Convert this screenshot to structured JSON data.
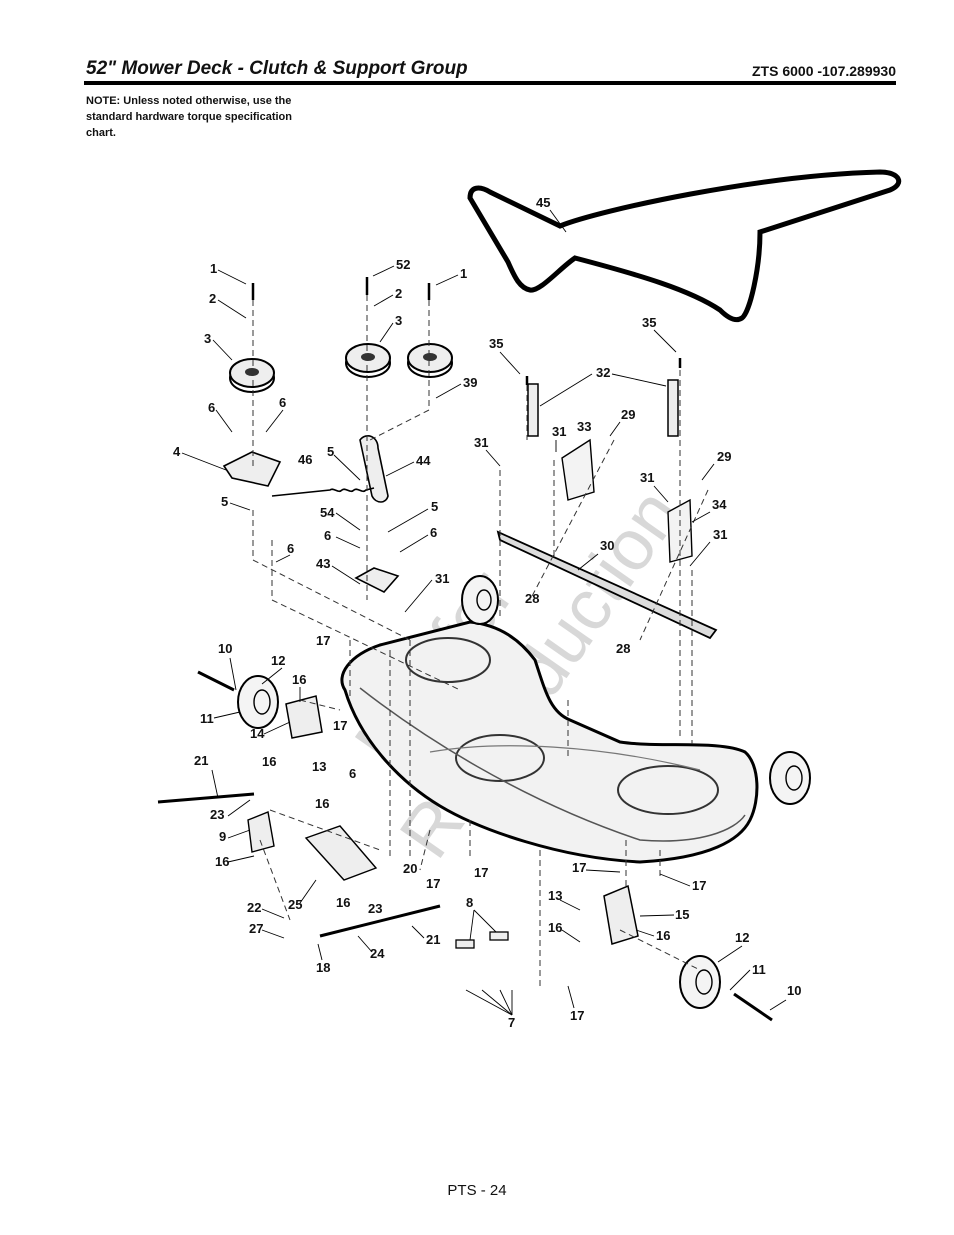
{
  "header": {
    "title": "52\" Mower Deck - Clutch & Support Group",
    "model": "ZTS 6000 -107.289930"
  },
  "note": "NOTE: Unless noted otherwise, use the standard hardware torque specification chart.",
  "watermark": [
    "Not for",
    "Reproduction"
  ],
  "footer": {
    "page_label": "PTS - 24"
  },
  "callouts": [
    "1",
    "2",
    "3",
    "6",
    "6",
    "4",
    "5",
    "6",
    "52",
    "2",
    "3",
    "1",
    "39",
    "5",
    "46",
    "44",
    "54",
    "6",
    "5",
    "6",
    "43",
    "31",
    "45",
    "35",
    "35",
    "32",
    "31",
    "31",
    "33",
    "29",
    "29",
    "31",
    "34",
    "31",
    "30",
    "28",
    "28",
    "10",
    "12",
    "16",
    "11",
    "14",
    "16",
    "13",
    "17",
    "17",
    "21",
    "23",
    "6",
    "16",
    "9",
    "16",
    "25",
    "16",
    "23",
    "20",
    "17",
    "17",
    "22",
    "27",
    "18",
    "24",
    "21",
    "8",
    "7",
    "17",
    "13",
    "17",
    "17",
    "15",
    "16",
    "16",
    "12",
    "11",
    "10"
  ],
  "colors": {
    "ink": "#111111",
    "watermark": "#d8d8d8"
  }
}
